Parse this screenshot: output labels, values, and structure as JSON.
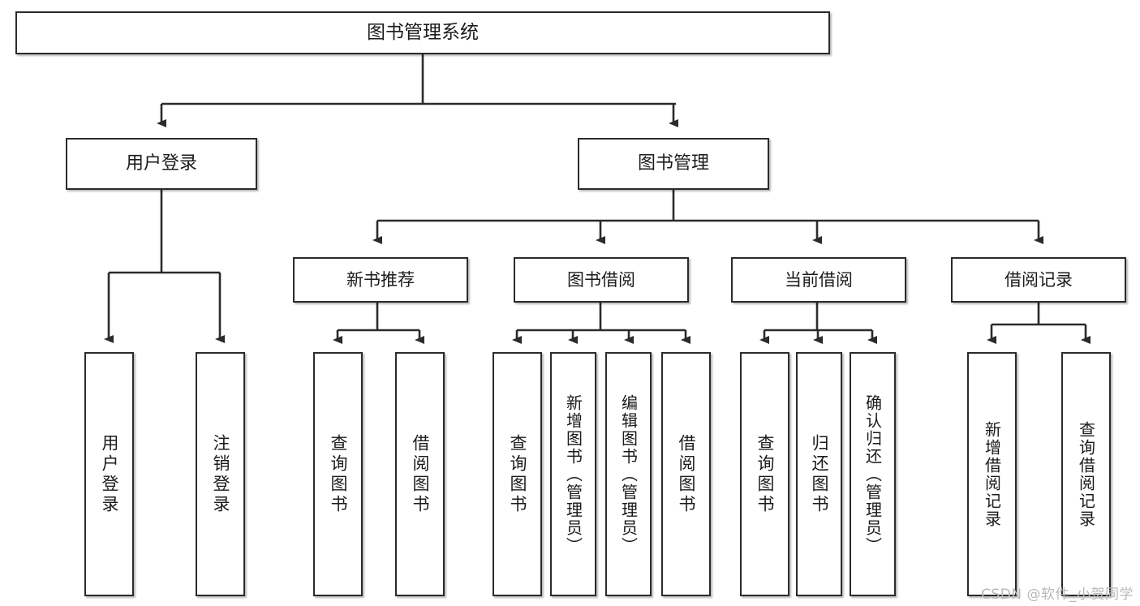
{
  "diagram": {
    "title": "图书管理系统",
    "type": "tree",
    "watermark": "CSDN @软件_小贺同学",
    "colors": {
      "box_border": "#2b2b2b",
      "box_fill": "#ffffff",
      "line": "#2b2b2b",
      "text": "#1b1b1b",
      "watermark": "#b9b9b9"
    },
    "root": {
      "label": "图书管理系统"
    },
    "level2": [
      {
        "id": "user-login",
        "label": "用户登录"
      },
      {
        "id": "book-management",
        "label": "图书管理"
      }
    ],
    "level3": [
      {
        "id": "new-book-recommend",
        "label": "新书推荐",
        "parent": "book-management"
      },
      {
        "id": "book-borrow",
        "label": "图书借阅",
        "parent": "book-management"
      },
      {
        "id": "current-borrow",
        "label": "当前借阅",
        "parent": "book-management"
      },
      {
        "id": "borrow-record",
        "label": "借阅记录",
        "parent": "book-management"
      }
    ],
    "leaves": [
      {
        "id": "leaf-user-login",
        "label": "用户登录",
        "parent": "user-login"
      },
      {
        "id": "leaf-user-logout",
        "label": "注销登录",
        "parent": "user-login"
      },
      {
        "id": "leaf-query-book-1",
        "label": "查询图书",
        "parent": "new-book-recommend"
      },
      {
        "id": "leaf-borrow-book-1",
        "label": "借阅图书",
        "parent": "new-book-recommend"
      },
      {
        "id": "leaf-query-book-2",
        "label": "查询图书",
        "parent": "book-borrow"
      },
      {
        "id": "leaf-add-book",
        "label": "新增图书（管理员）",
        "parent": "book-borrow"
      },
      {
        "id": "leaf-edit-book",
        "label": "编辑图书（管理员）",
        "parent": "book-borrow"
      },
      {
        "id": "leaf-borrow-book-2",
        "label": "借阅图书",
        "parent": "book-borrow"
      },
      {
        "id": "leaf-query-book-3",
        "label": "查询图书",
        "parent": "current-borrow"
      },
      {
        "id": "leaf-return-book",
        "label": "归还图书",
        "parent": "current-borrow"
      },
      {
        "id": "leaf-confirm-return",
        "label": "确认归还（管理员）",
        "parent": "current-borrow"
      },
      {
        "id": "leaf-add-record",
        "label": "新增借阅记录",
        "parent": "borrow-record"
      },
      {
        "id": "leaf-query-record",
        "label": "查询借阅记录",
        "parent": "borrow-record"
      }
    ]
  }
}
